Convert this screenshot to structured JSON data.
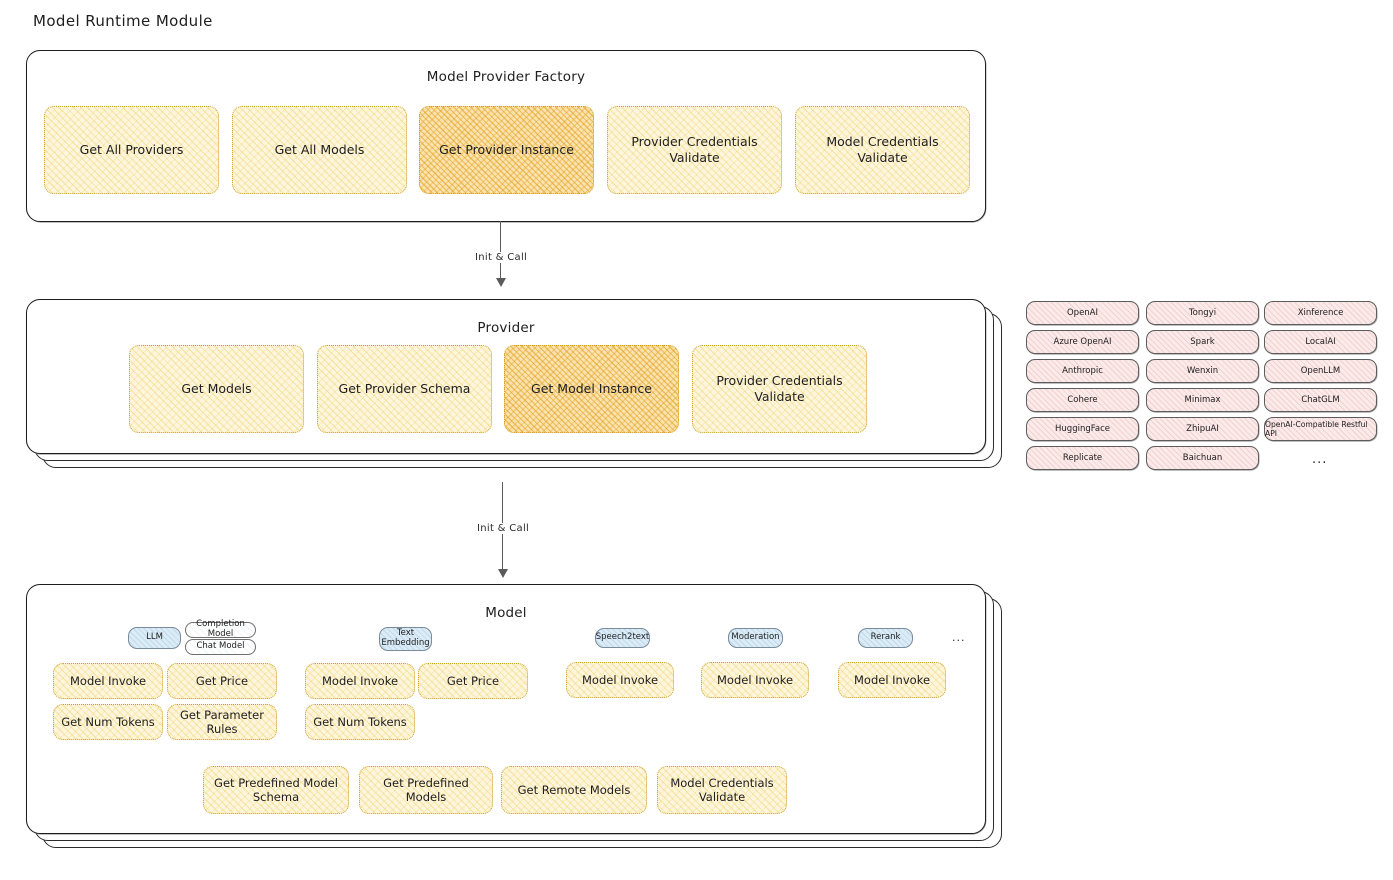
{
  "page": {
    "title": "Model Runtime Module"
  },
  "factory": {
    "label": "Model Provider Factory",
    "cards": [
      {
        "label": "Get All Providers",
        "highlight": false
      },
      {
        "label": "Get All Models",
        "highlight": false
      },
      {
        "label": "Get Provider Instance",
        "highlight": true
      },
      {
        "label": "Provider Credentials Validate",
        "highlight": false
      },
      {
        "label": "Model Credentials Validate",
        "highlight": false
      }
    ]
  },
  "arrows": [
    {
      "label": "Init & Call"
    },
    {
      "label": "Init & Call"
    }
  ],
  "provider": {
    "label": "Provider",
    "cards": [
      {
        "label": "Get Models",
        "highlight": false
      },
      {
        "label": "Get Provider Schema",
        "highlight": false
      },
      {
        "label": "Get Model Instance",
        "highlight": true
      },
      {
        "label": "Provider Credentials Validate",
        "highlight": false
      }
    ]
  },
  "provider_list": {
    "columns": [
      [
        "OpenAI",
        "Azure OpenAI",
        "Anthropic",
        "Cohere",
        "HuggingFace",
        "Replicate"
      ],
      [
        "Tongyi",
        "Spark",
        "Wenxin",
        "Minimax",
        "ZhipuAI",
        "Baichuan"
      ],
      [
        "Xinference",
        "LocalAI",
        "OpenLLM",
        "ChatGLM",
        "OpenAI-Compatible Restful API"
      ]
    ],
    "more": "..."
  },
  "model": {
    "label": "Model",
    "more": "...",
    "types": [
      {
        "name": "LLM",
        "sub": [
          "Completion Model",
          "Chat Model"
        ],
        "methods": [
          {
            "label": "Model Invoke",
            "highlight": true
          },
          {
            "label": "Get Price",
            "highlight": false
          },
          {
            "label": "Get Num Tokens",
            "highlight": false
          },
          {
            "label": "Get Parameter Rules",
            "highlight": false
          }
        ]
      },
      {
        "name": "Text Embedding",
        "sub": [],
        "methods": [
          {
            "label": "Model Invoke",
            "highlight": true
          },
          {
            "label": "Get Price",
            "highlight": false
          },
          {
            "label": "Get Num Tokens",
            "highlight": false
          }
        ]
      },
      {
        "name": "Speech2text",
        "sub": [],
        "methods": [
          {
            "label": "Model Invoke",
            "highlight": true
          }
        ]
      },
      {
        "name": "Moderation",
        "sub": [],
        "methods": [
          {
            "label": "Model Invoke",
            "highlight": true
          }
        ]
      },
      {
        "name": "Rerank",
        "sub": [],
        "methods": [
          {
            "label": "Model Invoke",
            "highlight": true
          }
        ]
      }
    ],
    "common": [
      "Get Predefined Model Schema",
      "Get Predefined Models",
      "Get Remote Models",
      "Model Credentials Validate"
    ]
  },
  "colors": {
    "card_fill": "#fdf6dd",
    "card_highlight_fill": "#fbe3b0",
    "card_border": "#c9a227",
    "badge_fill": "#dcecf7",
    "chip_fill": "#fbeaea",
    "stroke": "#1e1e1e"
  }
}
